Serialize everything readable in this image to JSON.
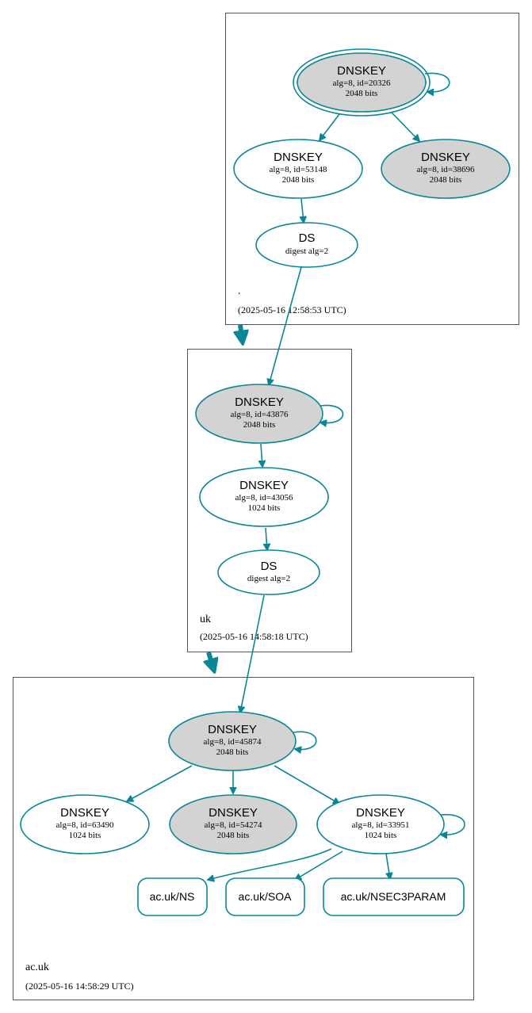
{
  "zones": {
    "root": {
      "label": ".",
      "timestamp": "(2025-05-16 12:58:53 UTC)"
    },
    "uk": {
      "label": "uk",
      "timestamp": "(2025-05-16 14:58:18 UTC)"
    },
    "acuk": {
      "label": "ac.uk",
      "timestamp": "(2025-05-16 14:58:29 UTC)"
    }
  },
  "nodes": {
    "root_ksk": {
      "title": "DNSKEY",
      "line1": "alg=8, id=20326",
      "line2": "2048 bits"
    },
    "root_zsk1": {
      "title": "DNSKEY",
      "line1": "alg=8, id=53148",
      "line2": "2048 bits"
    },
    "root_zsk2": {
      "title": "DNSKEY",
      "line1": "alg=8, id=38696",
      "line2": "2048 bits"
    },
    "root_ds": {
      "title": "DS",
      "line1": "digest alg=2"
    },
    "uk_ksk": {
      "title": "DNSKEY",
      "line1": "alg=8, id=43876",
      "line2": "2048 bits"
    },
    "uk_zsk": {
      "title": "DNSKEY",
      "line1": "alg=8, id=43056",
      "line2": "1024 bits"
    },
    "uk_ds": {
      "title": "DS",
      "line1": "digest alg=2"
    },
    "acuk_ksk": {
      "title": "DNSKEY",
      "line1": "alg=8, id=45874",
      "line2": "2048 bits"
    },
    "acuk_k1": {
      "title": "DNSKEY",
      "line1": "alg=8, id=63490",
      "line2": "1024 bits"
    },
    "acuk_k2": {
      "title": "DNSKEY",
      "line1": "alg=8, id=54274",
      "line2": "2048 bits"
    },
    "acuk_k3": {
      "title": "DNSKEY",
      "line1": "alg=8, id=33951",
      "line2": "1024 bits"
    }
  },
  "rrsets": {
    "ns": "ac.uk/NS",
    "soa": "ac.uk/SOA",
    "nsec3param": "ac.uk/NSEC3PARAM"
  },
  "colors": {
    "edge": "#0a8796",
    "trusted_fill": "#d3d3d3",
    "plain_fill": "#ffffff"
  }
}
